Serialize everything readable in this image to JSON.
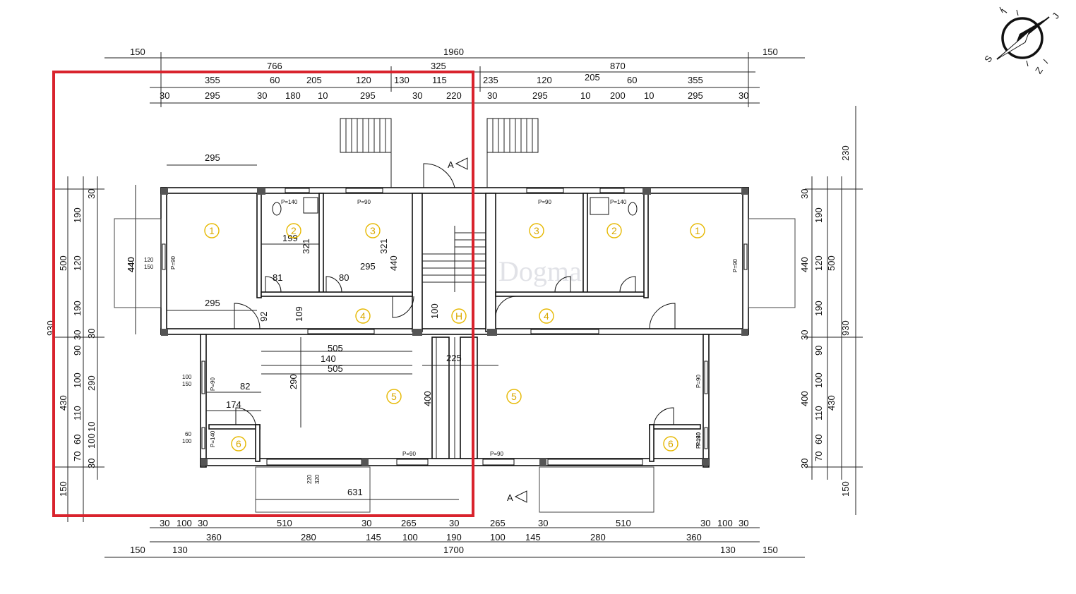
{
  "compass": {
    "labels": [
      "S",
      "J",
      "Z",
      "I"
    ]
  },
  "watermark": "Dogma",
  "dims_top": {
    "row1": [
      "150",
      "1960",
      "150"
    ],
    "row2": [
      "766",
      "325",
      "870"
    ],
    "row3": [
      "355",
      "60",
      "205",
      "120",
      "130",
      "115",
      "235",
      "120",
      "205",
      "60",
      "355"
    ],
    "row4": [
      "30",
      "295",
      "30",
      "180",
      "10",
      "295",
      "30",
      "220",
      "30",
      "295",
      "10",
      "200",
      "10",
      "295",
      "30"
    ]
  },
  "dims_bottom": {
    "row1": [
      "30",
      "100",
      "30",
      "510",
      "30",
      "265",
      "30",
      "265",
      "30",
      "510",
      "30",
      "100",
      "30"
    ],
    "row2": [
      "360",
      "280",
      "145",
      "100",
      "190",
      "100",
      "145",
      "280",
      "360"
    ],
    "row3": [
      "150",
      "130",
      "1700",
      "130",
      "150"
    ]
  },
  "dims_left": [
    "930",
    "500",
    "430",
    "150",
    "30",
    "190",
    "120",
    "190",
    "30",
    "90",
    "100",
    "110",
    "10",
    "70",
    "30",
    "440",
    "290",
    "60",
    "100",
    "30"
  ],
  "dims_right": [
    "230",
    "930",
    "500",
    "430",
    "150",
    "30",
    "190",
    "120",
    "190",
    "30",
    "90",
    "100",
    "110",
    "60",
    "30",
    "440",
    "400",
    "70"
  ],
  "interior_dims": [
    "295",
    "295",
    "199",
    "321",
    "321",
    "295",
    "440",
    "81",
    "80",
    "109",
    "92",
    "100",
    "505",
    "140",
    "505",
    "225",
    "82",
    "174",
    "290",
    "400",
    "631",
    "440"
  ],
  "openings": [
    "P=140",
    "P=90",
    "P=90",
    "P=90",
    "P=140",
    "P=90",
    "P=90",
    "P=90",
    "P=90",
    "P=140",
    "P=90",
    "P=90",
    "P=140"
  ],
  "window_dims": [
    "120",
    "150",
    "60",
    "100",
    "100",
    "150",
    "220",
    "320"
  ],
  "section_marks": [
    "A",
    "A"
  ],
  "rooms": {
    "left": [
      "1",
      "2",
      "3",
      "4",
      "5",
      "6"
    ],
    "right": [
      "3",
      "2",
      "1",
      "4",
      "5",
      "6"
    ],
    "hall": "H"
  },
  "highlight_color": "#d9232d",
  "room_marker_color": "#e6b800"
}
